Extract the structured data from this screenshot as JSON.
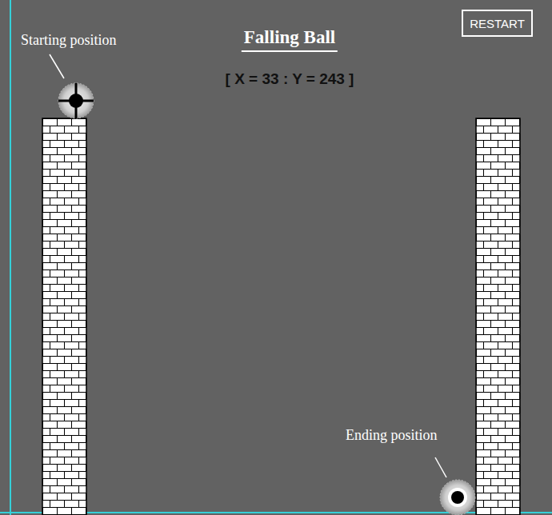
{
  "diagram": {
    "title": "Falling Ball",
    "nodes": [
      {
        "text": [
          "RESTART"
        ]
      }
    ],
    "labels": [
      "[ X = 33 : Y = 243 ]",
      "Starting position",
      "Ending position"
    ]
  }
}
